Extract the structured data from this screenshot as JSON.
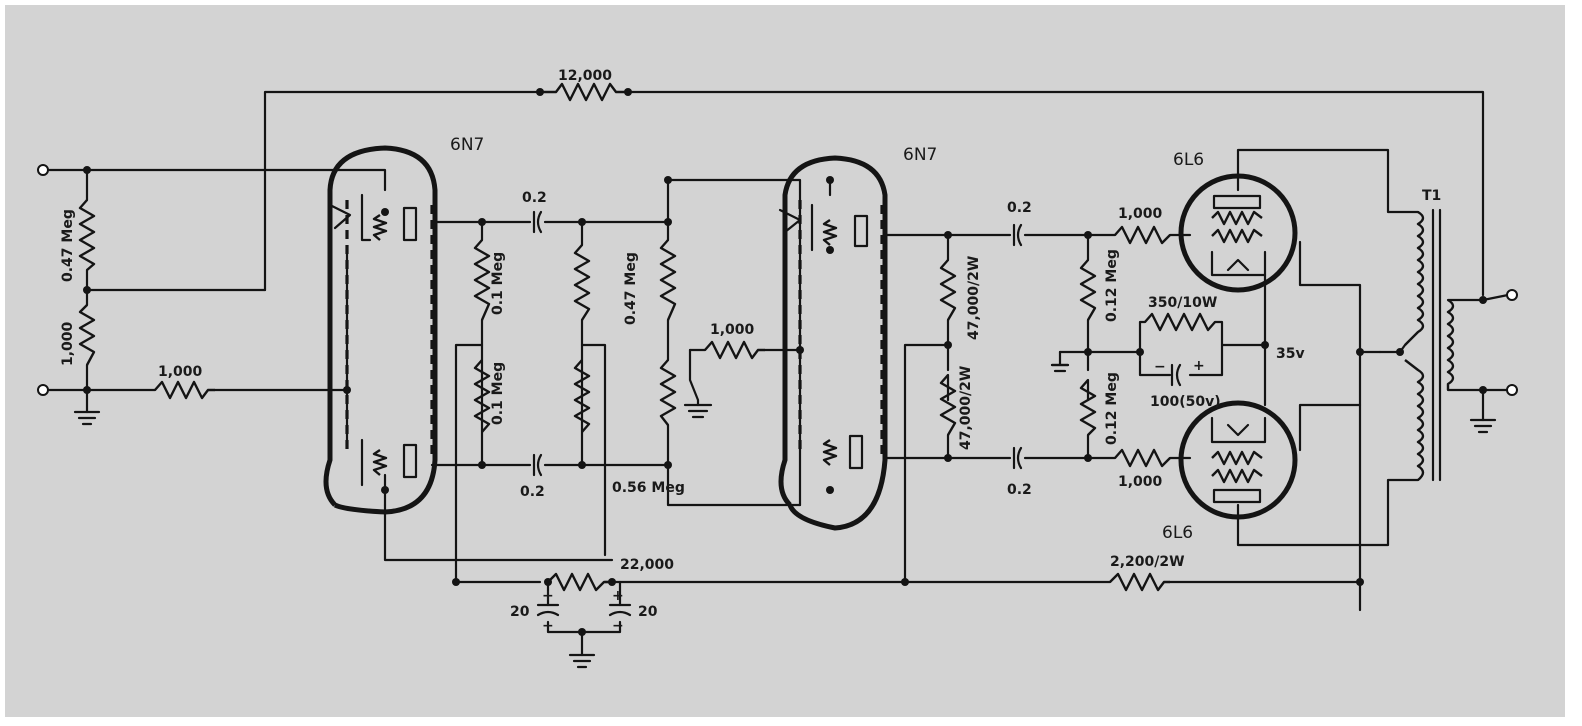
{
  "tubes": {
    "v1": "6N7",
    "v2": "6N7",
    "v3": "6L6",
    "v4": "6L6"
  },
  "transformer": "T1",
  "components": {
    "r_feedback": "12,000",
    "r_in_top": "0.47 Meg",
    "r_in_bot": "1,000",
    "r_grid": "1,000",
    "c1_top": "0.2",
    "c1_bot": "0.2",
    "r_load_a": "0.1 Meg",
    "r_load_b": "0.1 Meg",
    "r_047": "0.47 Meg",
    "r_056": "0.56 Meg",
    "r_mid": "1,000",
    "r_22k": "22,000",
    "c_20a": "20",
    "c_20b": "20",
    "r_47k_a": "47,000/2W",
    "r_47k_b": "47,000/2W",
    "c2_top": "0.2",
    "c2_bot": "0.2",
    "r_012_a": "0.12 Meg",
    "r_012_b": "0.12 Meg",
    "r_g_top": "1,000",
    "r_g_bot": "1,000",
    "r_350": "350/10W",
    "c_100": "100(50v)",
    "v_35": "35v",
    "r_2200": "2,200/2W"
  },
  "colors": {
    "background": "#d3d3d3",
    "ink": "#141414"
  }
}
